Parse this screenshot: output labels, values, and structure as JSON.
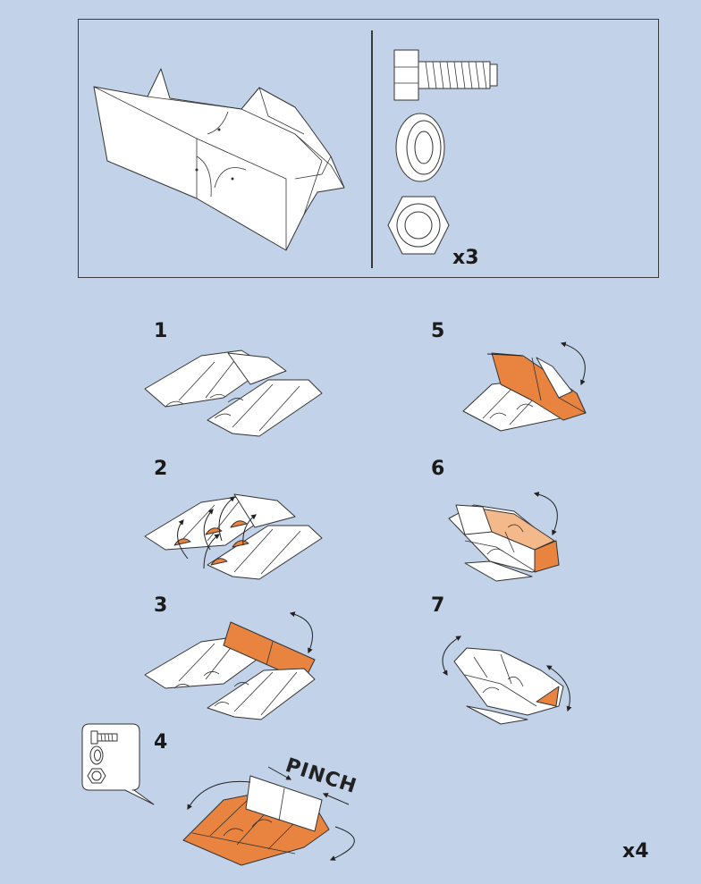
{
  "overview": {
    "quantity_label": "x3"
  },
  "steps": [
    {
      "number": "1"
    },
    {
      "number": "2"
    },
    {
      "number": "3"
    },
    {
      "number": "4"
    },
    {
      "number": "5"
    },
    {
      "number": "6"
    },
    {
      "number": "7"
    }
  ],
  "step4": {
    "action_label": "PINCH"
  },
  "footer": {
    "multiplier_label": "x4"
  },
  "colors": {
    "background": "#c2d2e8",
    "highlight": "#e8843f",
    "highlight_light": "#f3b98a"
  },
  "icons": [
    "bolt-icon",
    "washer-icon",
    "hex-nut-icon",
    "curved-arrow-icon"
  ]
}
